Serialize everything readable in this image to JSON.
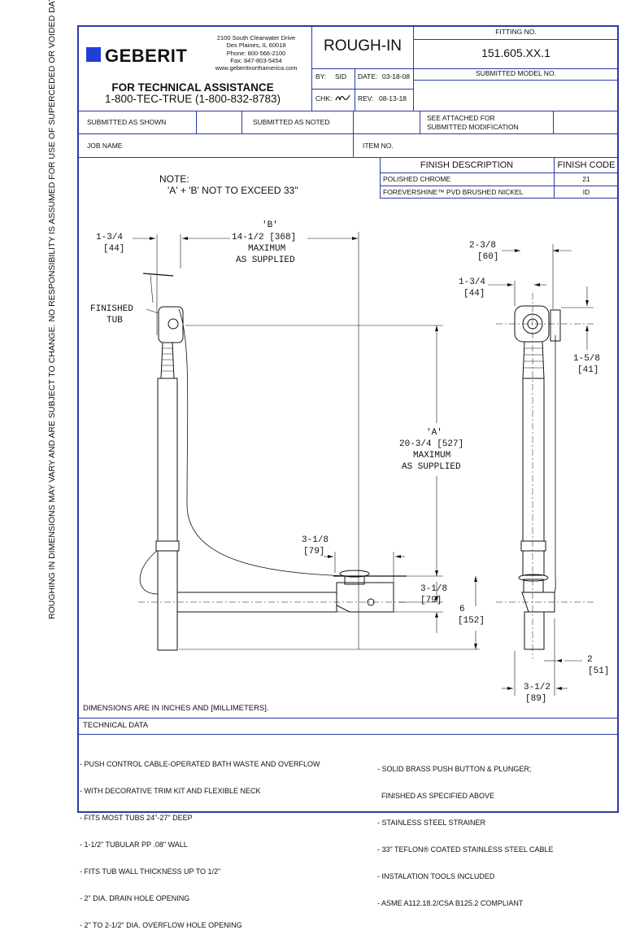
{
  "side_note": "ROUGHING IN DIMENSIONS MAY VARY AND ARE SUBJECT TO CHANGE.  NO RESPONSIBILITY  IS ASSUMED FOR USE OF SUPERCEDED OR VOIDED DATA.",
  "header": {
    "brand": "GEBERIT",
    "address": [
      "2100 South Clearwater Drive",
      "Des Plaines, IL 60018",
      "Phone: 800-566-2100",
      "Fax: 847-803-5454",
      "www.geberitnorthamerica.com"
    ],
    "assist_title": "FOR TECHNICAL ASSISTANCE",
    "assist_phone": "1-800-TEC-TRUE (1-800-832-8783)",
    "doc_type": "ROUGH-IN",
    "by_label": "BY:",
    "by_value": "SID",
    "date_label": "DATE:",
    "date_value": "03-18-08",
    "chk_label": "CHK:",
    "rev_label": "REV:",
    "rev_value": "08-13-18",
    "fitting_label": "FITTING NO.",
    "fitting_value": "151.605.XX.1",
    "model_label": "SUBMITTED MODEL NO."
  },
  "submittal": {
    "as_shown": "SUBMITTED AS SHOWN",
    "as_noted": "SUBMITTED AS NOTED",
    "see_attached_1": "SEE ATTACHED FOR",
    "see_attached_2": "SUBMITTED MODIFICATION",
    "job_name": "JOB NAME",
    "item_no": "ITEM NO."
  },
  "finish": {
    "header_desc": "FINISH DESCRIPTION",
    "header_code": "FINISH CODE",
    "rows": [
      {
        "desc": "POLISHED CHROME",
        "code": "21"
      },
      {
        "desc": "FOREVERSHINE™ PVD BRUSHED NICKEL",
        "code": "ID"
      }
    ]
  },
  "drawing": {
    "note_title": "NOTE:",
    "note_body": "'A' + 'B' NOT TO EXCEED 33\"",
    "dim_b_label": "'B'",
    "dim_b_value": "14-1/2 [368]",
    "dim_b_max": "MAXIMUM",
    "dim_b_supplied": "AS SUPPLIED",
    "dim_left_top": "1-3/4",
    "dim_left_top_mm": "[44]",
    "finished_tub_1": "FINISHED",
    "finished_tub_2": "TUB",
    "dim_a_label": "'A'",
    "dim_a_value": "20-3/4 [527]",
    "dim_a_max": "MAXIMUM",
    "dim_a_supplied": "AS SUPPLIED",
    "dim_31_8_a": "3-1/8",
    "dim_31_8_a_mm": "[79]",
    "dim_31_8_b": "3-1/8",
    "dim_31_8_b_mm": "[79]",
    "dim_6": "6",
    "dim_6_mm": "[152]",
    "dim_23_8": "2-3/8",
    "dim_23_8_mm": "[60]",
    "dim_13_4_r": "1-3/4",
    "dim_13_4_r_mm": "[44]",
    "dim_15_8": "1-5/8",
    "dim_15_8_mm": "[41]",
    "dim_2": "2",
    "dim_2_mm": "[51]",
    "dim_31_2": "3-1/2",
    "dim_31_2_mm": "[89]",
    "units_note": "DIMENSIONS ARE IN INCHES AND [MILLIMETERS]."
  },
  "technical": {
    "title": "TECHNICAL DATA",
    "left": [
      "- PUSH CONTROL CABLE-OPERATED BATH WASTE AND OVERFLOW",
      "- WITH DECORATIVE TRIM KIT AND FLEXIBLE NECK",
      "- FITS MOST TUBS 24\"-27\" DEEP",
      "- 1-1/2\" TUBULAR PP .08\" WALL",
      "- FITS TUB WALL THICKNESS UP TO 1/2\"",
      "- 2\" DIA. DRAIN HOLE OPENING",
      "- 2\" TO 2-1/2\" DIA. OVERFLOW HOLE OPENING"
    ],
    "right": [
      "- SOLID BRASS PUSH BUTTON & PLUNGER;",
      "  FINISHED AS SPECIFIED ABOVE",
      "- STAINLESS STEEL STRAINER",
      "- 33\" TEFLON® COATED STAINLESS STEEL CABLE",
      "- INSTALATION TOOLS INCLUDED",
      "- ASME A112.18.2/CSA B125.2 COMPLIANT"
    ]
  }
}
